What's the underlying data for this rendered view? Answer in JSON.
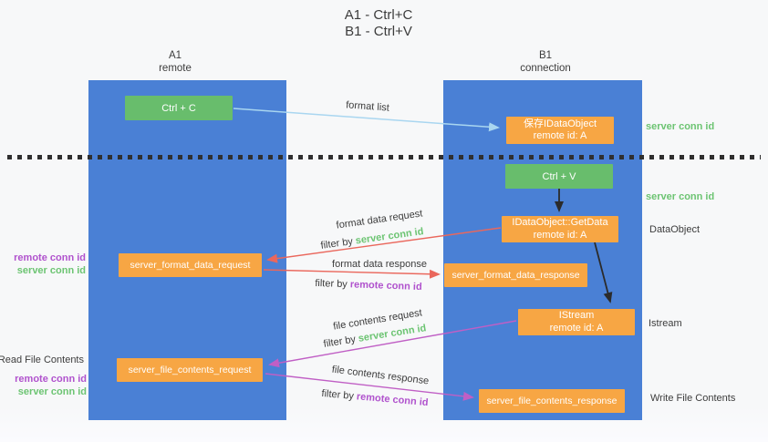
{
  "title": {
    "line1": "A1 - Ctrl+C",
    "line2": "B1 - Ctrl+V"
  },
  "lanes": {
    "a": {
      "title": "A1",
      "subtitle": "remote"
    },
    "b": {
      "title": "B1",
      "subtitle": "connection"
    }
  },
  "nodes": {
    "ctrl_c": "Ctrl + C",
    "ctrl_v": "Ctrl + V",
    "save_idataobject": {
      "line1": "保存IDataObject",
      "line2": "remote id: A"
    },
    "idataobject_getdata": {
      "line1": "IDataObject::GetData",
      "line2": "remote id: A"
    },
    "istream": {
      "line1": "IStream",
      "line2": "remote id: A"
    },
    "server_format_data_request": "server_format_data_request",
    "server_format_data_response": "server_format_data_response",
    "server_file_contents_request": "server_file_contents_request",
    "server_file_contents_response": "server_file_contents_response"
  },
  "arrow_labels": {
    "format_list": "format list",
    "format_data_request": "format data request",
    "format_data_response": "format data response",
    "file_contents_request": "file contents request",
    "file_contents_response": "file contents response",
    "filter_by": "filter by",
    "server_conn_id": "server conn id",
    "remote_conn_id": "remote conn id"
  },
  "side_labels": {
    "server_conn_id_top": "server conn id",
    "server_conn_id_mid": "server conn id",
    "dataobject": "DataObject",
    "istream": "Istream",
    "read_file_contents": "Read File Contents",
    "write_file_contents": "Write File Contents",
    "remote_conn_id_1": "remote conn id",
    "server_conn_id_1": "server conn id",
    "remote_conn_id_2": "remote conn id",
    "server_conn_id_2": "server conn id"
  },
  "colors": {
    "lane_blue": "#4a80d5",
    "node_green": "#68bd6c",
    "node_orange": "#f7a644",
    "green_text": "#6cc472",
    "purple_text": "#b052cd",
    "red_arrow": "#ea675c",
    "magenta_arrow": "#c05fc5",
    "light_blue_arrow": "#a9d6f0",
    "black_arrow": "#2b2b2b"
  }
}
